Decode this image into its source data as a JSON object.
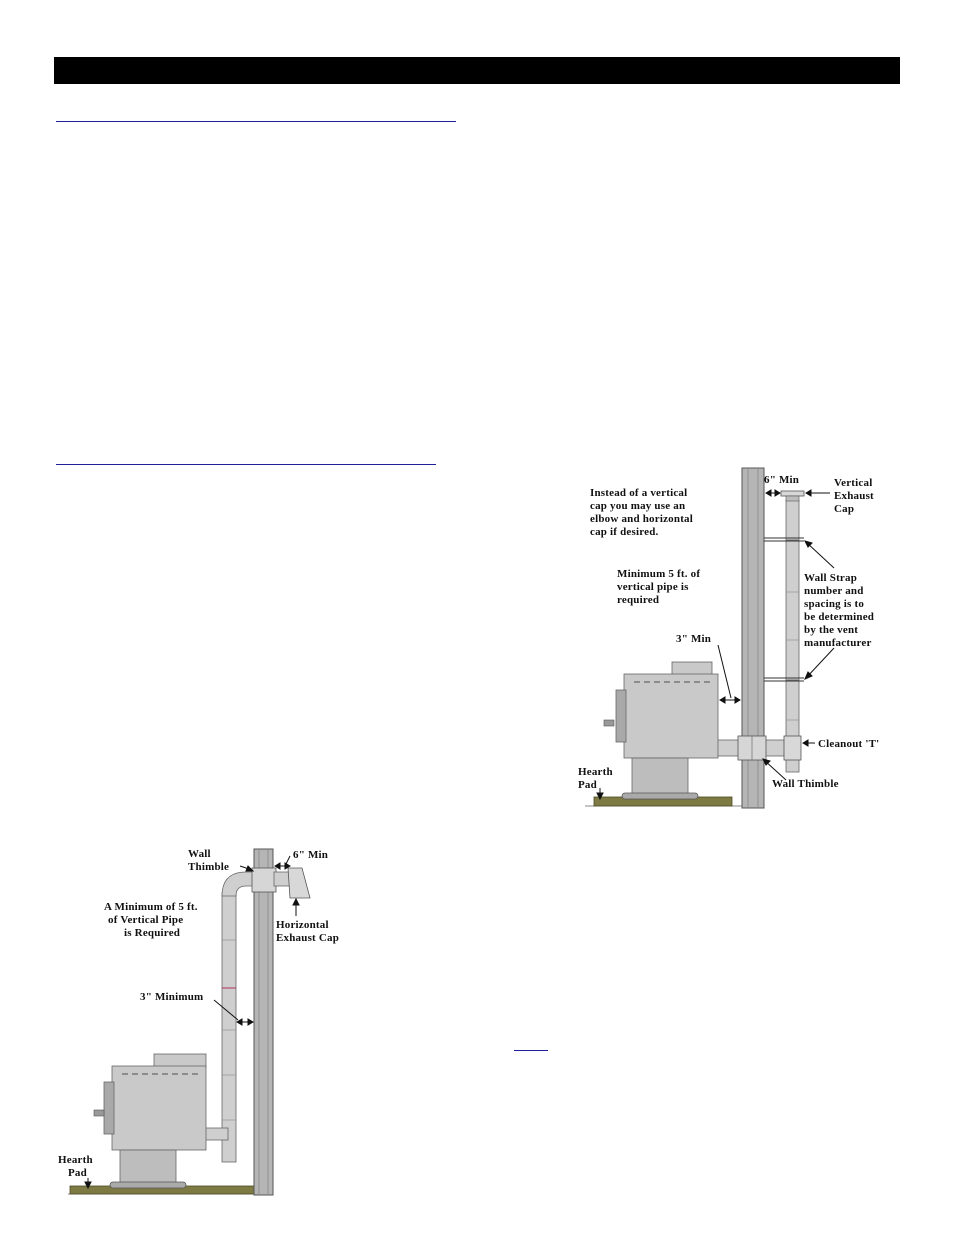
{
  "colors": {
    "header_bar": "#000000",
    "link_rule": "#1f1f9a",
    "stove": "#c9c9c9",
    "wall": "#b5b5b5",
    "hearth_pad": "#7d7a43"
  },
  "diagram_vertical": {
    "label_6_min": "6\" Min",
    "label_vertical_cap_1": "Vertical",
    "label_vertical_cap_2": "Exhaust",
    "label_vertical_cap_3": "Cap",
    "note_elbow_1": "Instead of a vertical",
    "note_elbow_2": "cap you may use an",
    "note_elbow_3": "elbow and horizontal",
    "note_elbow_4": "cap if desired.",
    "note_min_pipe_1": "Minimum 5 ft. of",
    "note_min_pipe_2": "vertical pipe is",
    "note_min_pipe_3": "required",
    "label_3_min": "3\" Min",
    "wall_strap_1": "Wall Strap",
    "wall_strap_2": "number and",
    "wall_strap_3": "spacing is to",
    "wall_strap_4": "be determined",
    "wall_strap_5": "by the vent",
    "wall_strap_6": "manufacturer",
    "cleanout": "Cleanout 'T'",
    "wall_thimble": "Wall Thimble",
    "hearth_1": "Hearth",
    "hearth_2": "Pad"
  },
  "diagram_horizontal": {
    "wall_thimble_1": "Wall",
    "wall_thimble_2": "Thimble",
    "label_6_min": "6\" Min",
    "note_min_pipe_1": "A Minimum of 5 ft.",
    "note_min_pipe_2": "of Vertical Pipe",
    "note_min_pipe_3": "is Required",
    "horizontal_cap_1": "Horizontal",
    "horizontal_cap_2": "Exhaust Cap",
    "label_3_min": "3\" Minimum",
    "hearth_1": "Hearth",
    "hearth_2": "Pad"
  }
}
